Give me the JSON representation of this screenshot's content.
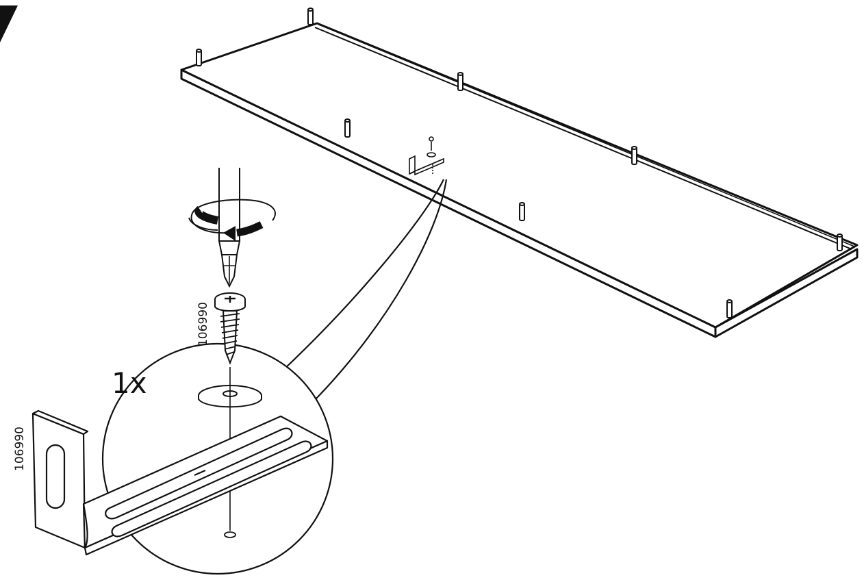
{
  "step": {
    "quantity": "1x",
    "screw_part_number": "106990",
    "bracket_part_number": "106990"
  },
  "icons": {
    "corner_marker": "step-corner-triangle",
    "tool": "phillips-screwdriver-icon",
    "rotation": "clockwise-rotation-arrow-icon"
  },
  "colors": {
    "line": "#111111",
    "fill": "#ffffff"
  }
}
